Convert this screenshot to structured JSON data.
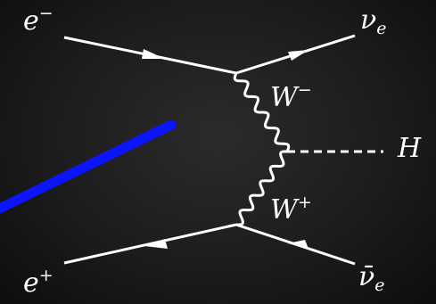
{
  "diagram": {
    "particles": {
      "electron": {
        "symbol": "e",
        "charge": "−"
      },
      "positron": {
        "symbol": "e",
        "charge": "+"
      },
      "neutrino": {
        "symbol": "ν",
        "flavor": "e"
      },
      "antineutrino": {
        "symbol": "ν̄",
        "flavor": "e"
      },
      "w_minus": {
        "symbol": "W",
        "charge": "−"
      },
      "w_plus": {
        "symbol": "W",
        "charge": "+"
      },
      "higgs": {
        "symbol": "H"
      }
    },
    "colors": {
      "background": "#1c1c1c",
      "lines": "#ffffff",
      "pointer": "#0a14ff"
    }
  }
}
